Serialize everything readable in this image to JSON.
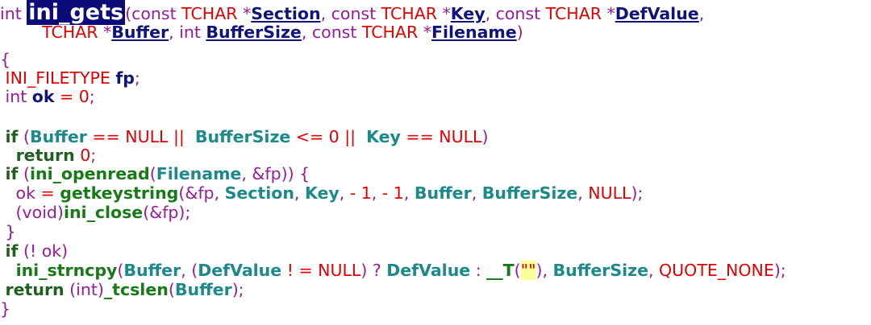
{
  "code": {
    "lines": [
      [
        [
          "int ",
          "kw"
        ],
        [
          "ini_gets",
          "title"
        ],
        [
          "(const ",
          "kw"
        ],
        [
          "TCHAR",
          "type"
        ],
        [
          " *",
          "kw"
        ],
        [
          "Section",
          "param"
        ],
        [
          ", const ",
          "kw"
        ],
        [
          "TCHAR",
          "type"
        ],
        [
          " *",
          "kw"
        ],
        [
          "Key",
          "param"
        ],
        [
          ", const ",
          "kw"
        ],
        [
          "TCHAR",
          "type"
        ],
        [
          " *",
          "kw"
        ],
        [
          "DefValue",
          "param"
        ],
        [
          ",",
          "kw"
        ]
      ],
      [
        [
          "        ",
          "kw"
        ],
        [
          "TCHAR",
          "type"
        ],
        [
          " *",
          "kw"
        ],
        [
          "Buffer",
          "param"
        ],
        [
          ", int ",
          "kw"
        ],
        [
          "BufferSize",
          "param"
        ],
        [
          ", const ",
          "kw"
        ],
        [
          "TCHAR",
          "type"
        ],
        [
          " *",
          "kw"
        ],
        [
          "Filename",
          "param"
        ],
        [
          ")",
          "kw"
        ]
      ],
      [
        [
          "{",
          "kw"
        ]
      ],
      [
        [
          " ",
          "kw"
        ],
        [
          "INI_FILETYPE",
          "type"
        ],
        [
          " ",
          "kw"
        ],
        [
          "fp",
          "var"
        ],
        [
          ";",
          "kw"
        ]
      ],
      [
        [
          " int ",
          "kw"
        ],
        [
          "ok",
          "var"
        ],
        [
          " = ",
          "op"
        ],
        [
          "0",
          "num"
        ],
        [
          ";",
          "kw"
        ]
      ],
      [
        [
          "",
          "kw"
        ]
      ],
      [
        [
          " ",
          "kw"
        ],
        [
          "if",
          "ctrl"
        ],
        [
          " (",
          "kw"
        ],
        [
          "Buffer",
          "id"
        ],
        [
          " == ",
          "op"
        ],
        [
          "NULL",
          "type"
        ],
        [
          " || ",
          "op"
        ],
        [
          " ",
          "kw"
        ],
        [
          "BufferSize",
          "id"
        ],
        [
          " <= ",
          "op"
        ],
        [
          "0",
          "num"
        ],
        [
          " || ",
          "op"
        ],
        [
          " ",
          "kw"
        ],
        [
          "Key",
          "id"
        ],
        [
          " == ",
          "op"
        ],
        [
          "NULL",
          "type"
        ],
        [
          ")",
          "kw"
        ]
      ],
      [
        [
          "   ",
          "kw"
        ],
        [
          "return",
          "ctrl"
        ],
        [
          " ",
          "kw"
        ],
        [
          "0",
          "num"
        ],
        [
          ";",
          "kw"
        ]
      ],
      [
        [
          " ",
          "kw"
        ],
        [
          "if",
          "ctrl"
        ],
        [
          " (",
          "kw"
        ],
        [
          "ini_openread",
          "fn"
        ],
        [
          "(",
          "kw"
        ],
        [
          "Filename",
          "id"
        ],
        [
          ", &fp)) {",
          "kw"
        ]
      ],
      [
        [
          "   ok ",
          "kw"
        ],
        [
          "=",
          "op"
        ],
        [
          " ",
          "kw"
        ],
        [
          "getkeystring",
          "fn"
        ],
        [
          "(&fp, ",
          "kw"
        ],
        [
          "Section",
          "id"
        ],
        [
          ", ",
          "kw"
        ],
        [
          "Key",
          "id"
        ],
        [
          ", ",
          "kw"
        ],
        [
          "- 1",
          "num"
        ],
        [
          ", ",
          "kw"
        ],
        [
          "- 1",
          "num"
        ],
        [
          ", ",
          "kw"
        ],
        [
          "Buffer",
          "id"
        ],
        [
          ", ",
          "kw"
        ],
        [
          "BufferSize",
          "id"
        ],
        [
          ", ",
          "kw"
        ],
        [
          "NULL",
          "type"
        ],
        [
          ");",
          "kw"
        ]
      ],
      [
        [
          "   (void)",
          "kw"
        ],
        [
          "ini_close",
          "fn"
        ],
        [
          "(&fp);",
          "kw"
        ]
      ],
      [
        [
          " }",
          "kw"
        ]
      ],
      [
        [
          " ",
          "kw"
        ],
        [
          "if",
          "ctrl"
        ],
        [
          " (! ok)",
          "kw"
        ]
      ],
      [
        [
          "   ",
          "kw"
        ],
        [
          "ini_strncpy",
          "fn"
        ],
        [
          "(",
          "kw"
        ],
        [
          "Buffer",
          "id"
        ],
        [
          ", (",
          "kw"
        ],
        [
          "DefValue",
          "id"
        ],
        [
          " ! = ",
          "op"
        ],
        [
          "NULL",
          "type"
        ],
        [
          ") ? ",
          "kw"
        ],
        [
          "DefValue",
          "id"
        ],
        [
          " : ",
          "kw"
        ],
        [
          "__T",
          "fn"
        ],
        [
          "(",
          "kw"
        ],
        [
          "\"\"",
          "str"
        ],
        [
          "), ",
          "kw"
        ],
        [
          "BufferSize",
          "id"
        ],
        [
          ", ",
          "kw"
        ],
        [
          "QUOTE_NONE",
          "type"
        ],
        [
          ");",
          "kw"
        ]
      ],
      [
        [
          " ",
          "kw"
        ],
        [
          "return",
          "ctrl"
        ],
        [
          " (int)",
          "kw"
        ],
        [
          "_tcslen",
          "fn"
        ],
        [
          "(",
          "kw"
        ],
        [
          "Buffer",
          "id"
        ],
        [
          ");",
          "kw"
        ]
      ],
      [
        [
          "}",
          "kw"
        ]
      ]
    ]
  }
}
